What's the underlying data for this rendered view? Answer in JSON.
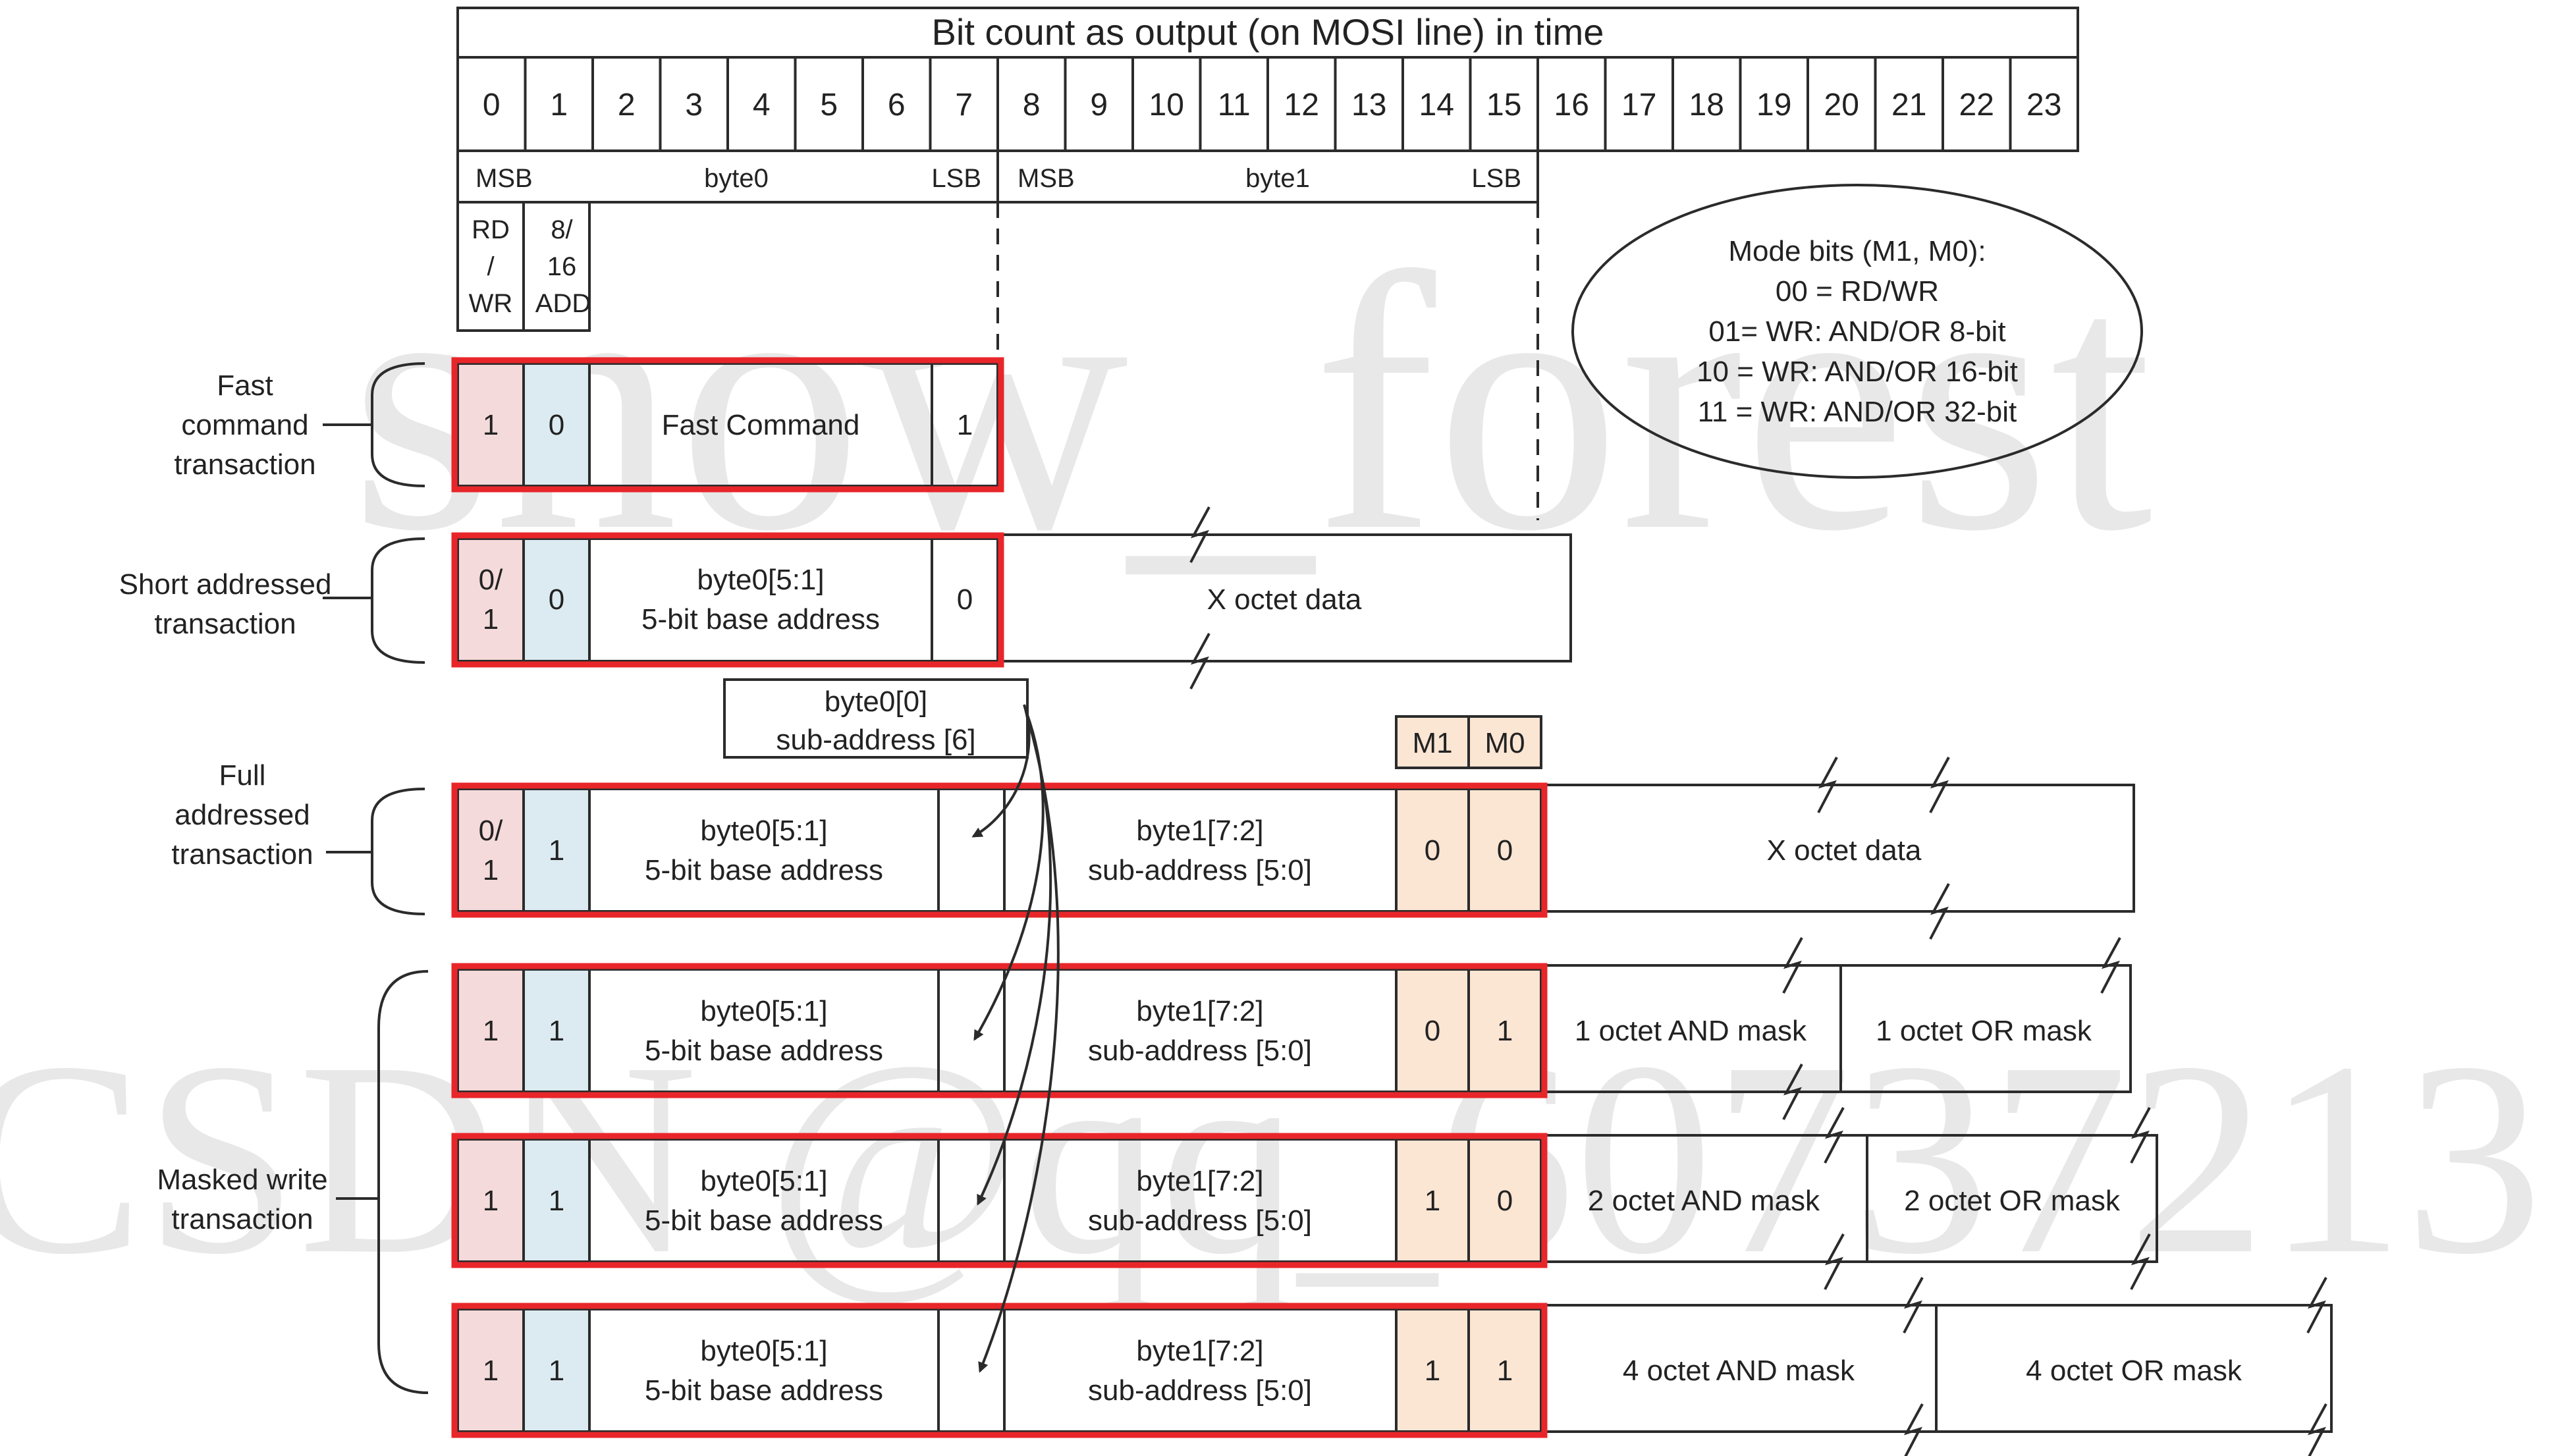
{
  "colors": {
    "red_outline": "#e8262a",
    "rd_cell_fill": "#f4dada",
    "add_cell_fill": "#dcebf1",
    "mode_cell_fill": "#fbe5d3",
    "line": "#2b2b2b",
    "watermark": "#cfcfcf"
  },
  "header": {
    "title": "Bit count as output (on MOSI line) in time",
    "bits": [
      "0",
      "1",
      "2",
      "3",
      "4",
      "5",
      "6",
      "7",
      "8",
      "9",
      "10",
      "11",
      "12",
      "13",
      "14",
      "15",
      "16",
      "17",
      "18",
      "19",
      "20",
      "21",
      "22",
      "23"
    ]
  },
  "bytes_row": {
    "byte0": {
      "msb": "MSB",
      "label": "byte0",
      "lsb": "LSB"
    },
    "byte1": {
      "msb": "MSB",
      "label": "byte1",
      "lsb": "LSB"
    }
  },
  "flags": {
    "rdwr": [
      "RD",
      "/",
      "WR"
    ],
    "add": [
      "8/",
      "16",
      "ADD"
    ]
  },
  "mode_note": {
    "lines": [
      "Mode bits (M1, M0):",
      "00 = RD/WR",
      "01= WR: AND/OR   8-bit",
      "10 = WR: AND/OR 16-bit",
      "11 = WR: AND/OR 32-bit"
    ]
  },
  "transactions": {
    "fast": {
      "label": [
        "Fast",
        "command",
        "transaction"
      ],
      "bit0": "1",
      "bit1": "0",
      "command": "Fast Command",
      "last": "1"
    },
    "short": {
      "label": [
        "Short addressed",
        "transaction"
      ],
      "bit0": [
        "0/",
        "1"
      ],
      "bit1": "0",
      "base": [
        "byte0[5:1]",
        "5-bit base address"
      ],
      "last": "0",
      "data": "X octet data"
    },
    "subaddr_box": [
      "byte0[0]",
      "sub-address [6]"
    ],
    "mode_header": {
      "m1": "M1",
      "m0": "M0"
    },
    "full": {
      "label": [
        "Full",
        "addressed",
        "transaction"
      ],
      "bit0": [
        "0/",
        "1"
      ],
      "bit1": "1",
      "base": [
        "byte0[5:1]",
        "5-bit base address"
      ],
      "sub": [
        "byte1[7:2]",
        "sub-address [5:0]"
      ],
      "m1": "0",
      "m0": "0",
      "data": "X octet data"
    },
    "masked_label": [
      "Masked write",
      "transaction"
    ],
    "masked": [
      {
        "bit0": "1",
        "bit1": "1",
        "base": [
          "byte0[5:1]",
          "5-bit base address"
        ],
        "sub": [
          "byte1[7:2]",
          "sub-address [5:0]"
        ],
        "m1": "0",
        "m0": "1",
        "and_mask": "1 octet AND mask",
        "or_mask": "1 octet OR mask"
      },
      {
        "bit0": "1",
        "bit1": "1",
        "base": [
          "byte0[5:1]",
          "5-bit base address"
        ],
        "sub": [
          "byte1[7:2]",
          "sub-address [5:0]"
        ],
        "m1": "1",
        "m0": "0",
        "and_mask": "2 octet AND mask",
        "or_mask": "2 octet OR mask"
      },
      {
        "bit0": "1",
        "bit1": "1",
        "base": [
          "byte0[5:1]",
          "5-bit base address"
        ],
        "sub": [
          "byte1[7:2]",
          "sub-address [5:0]"
        ],
        "m1": "1",
        "m0": "1",
        "and_mask": "4 octet AND mask",
        "or_mask": "4 octet OR mask"
      }
    ]
  },
  "watermark": [
    "snow_forest",
    "CSDN @qq_60737213"
  ]
}
